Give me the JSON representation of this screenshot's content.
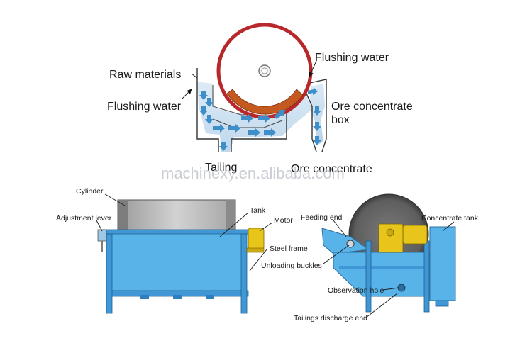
{
  "watermark": "machinexy.en.alibaba.com",
  "top_diagram": {
    "labels": {
      "raw_materials": "Raw materials",
      "flushing_water_left": "Flushing water",
      "flushing_water_right": "Flushing water",
      "ore_concentrate_box_line1": "Ore concentrate",
      "ore_concentrate_box_line2": "box",
      "tailing": "Tailing",
      "ore_concentrate": "Ore concentrate"
    }
  },
  "front_view": {
    "labels": {
      "cylinder": "Cylinder",
      "adjustment_lever": "Adjustment lever",
      "tank": "Tank",
      "motor": "Motor",
      "steel_frame": "Steel frame"
    }
  },
  "side_view": {
    "labels": {
      "feeding_end": "Feeding end",
      "concentrate_tank": "Concentrate tank",
      "unloading_buckles": "Unloading buckles",
      "observation_hole": "Observation hole",
      "tailings_discharge_end": "Tailings discharge end"
    }
  },
  "colors": {
    "tank_blue": "#58b4e8",
    "frame_blue": "#3f97d6",
    "drum_red": "#b8282a",
    "concentrate_band": "#c45a1f",
    "motor_yellow": "#e7c51a",
    "flow_blue": "#3e8fc9",
    "cylinder_gray": "#bdbdbd"
  }
}
